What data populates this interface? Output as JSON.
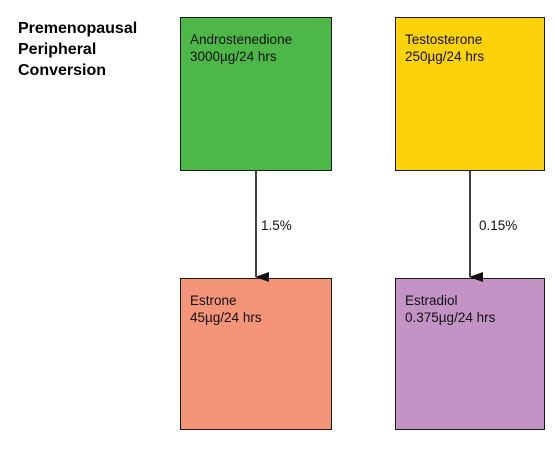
{
  "title": {
    "lines": [
      "Premenopausal",
      "Peripheral",
      "Conversion"
    ]
  },
  "boxes": {
    "androstenedione": {
      "name": "Androstenedione",
      "amount": "3000µg/24 hrs",
      "color": "#4db848"
    },
    "testosterone": {
      "name": "Testosterone",
      "amount": "250µg/24 hrs",
      "color": "#fcd20a"
    },
    "estrone": {
      "name": "Estrone",
      "amount": "45µg/24 hrs",
      "color": "#f4957a"
    },
    "estradiol": {
      "name": "Estradiol",
      "amount": "0.375µg/24 hrs",
      "color": "#c393c6"
    }
  },
  "conversions": {
    "androstenedione_to_estrone": "1.5%",
    "testosterone_to_estradiol": "0.15%"
  }
}
